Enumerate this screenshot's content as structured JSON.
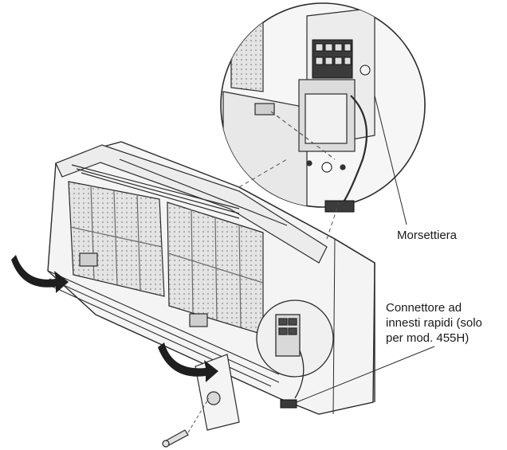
{
  "labels": {
    "terminal_block": "Morsettiera",
    "connector_lines": [
      "Connettore ad",
      "innesti rapidi (solo",
      "per mod. 455H)"
    ]
  },
  "colors": {
    "line": "#2b2b2b",
    "filter_fill": "#d6d6d6",
    "panel_fill": "#f4f4f4",
    "arrow_fill": "#1e1e1e"
  },
  "icons": [
    "rotate-arrow-icon",
    "screw-icon",
    "terminal-block-icon",
    "connector-icon"
  ]
}
